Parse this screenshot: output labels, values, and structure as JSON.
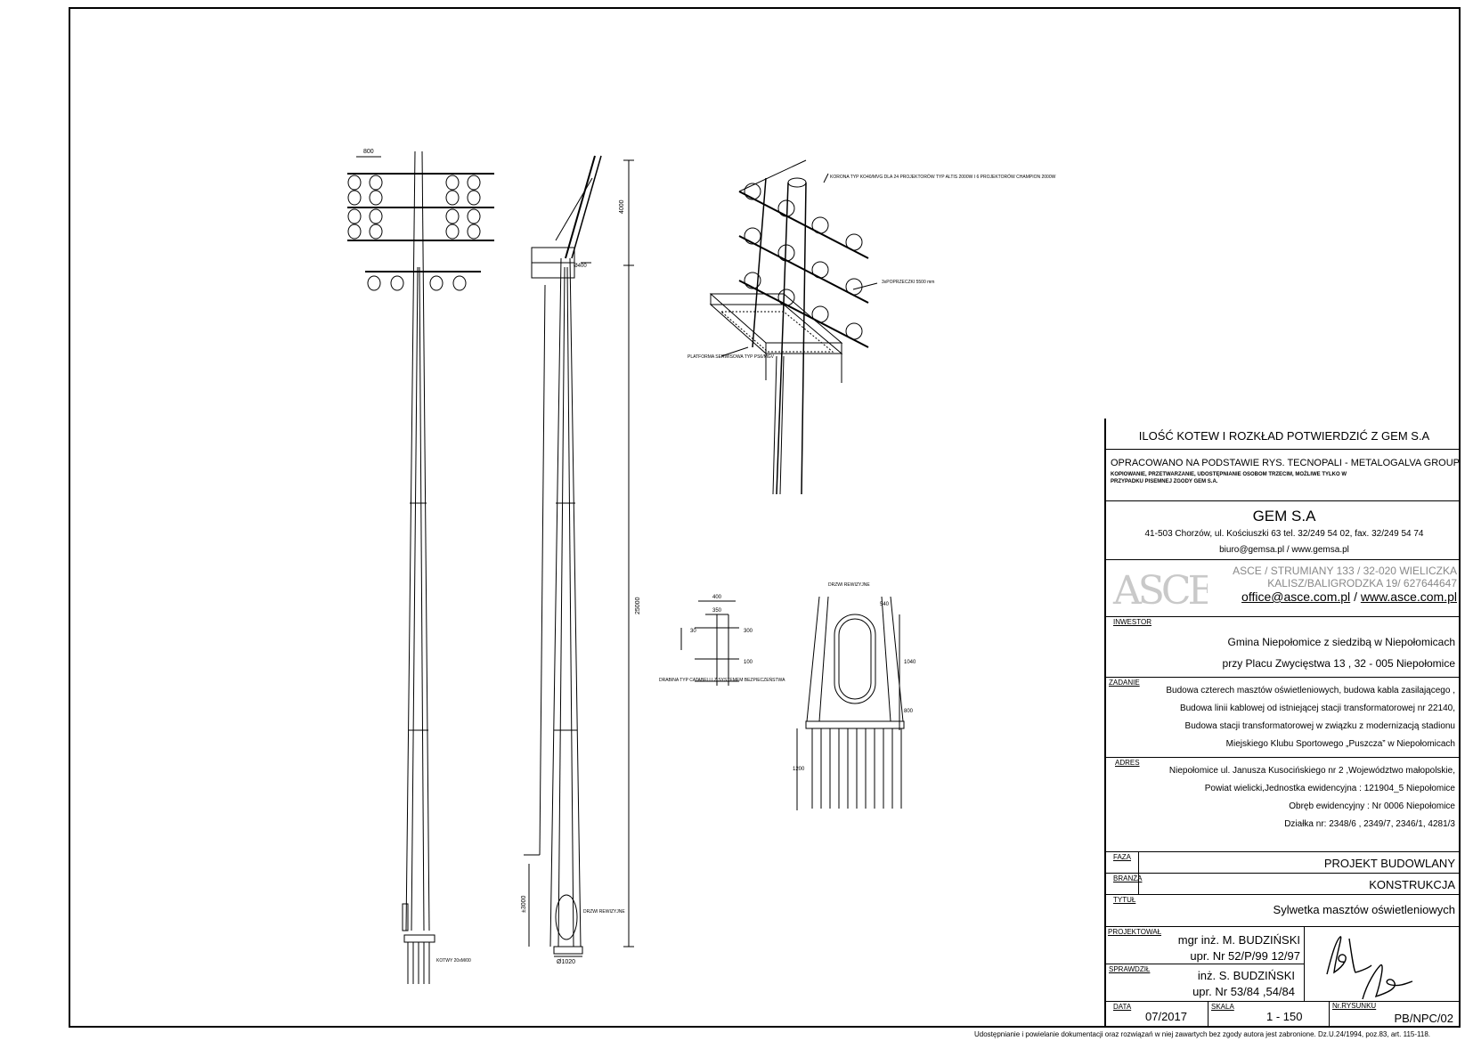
{
  "notice": "ILOŚĆ KOTEW I ROZKŁAD POTWIERDZIĆ Z GEM S.A",
  "basis": "OPRACOWANO NA PODSTAWIE RYS. TECNOPALI - METALOGALVA GROUP",
  "copy_note_1": "KOPIOWANIE, PRZETWARZANIE, UDOSTĘPNIANIE OSOBOM TRZECIM, MOŻLIWE TYLKO W",
  "copy_note_2": "PRZYPADKU PISEMNEJ ZGODY GEM S.A.",
  "company": {
    "name": "GEM S.A",
    "address": "41-503 Chorzów, ul. Kościuszki 63 tel. 32/249 54 02, fax. 32/249 54 74",
    "web": "biuro@gemsa.pl / www.gemsa.pl"
  },
  "asce": {
    "logo_text": "ASCE",
    "line1": "ASCE / STRUMIANY 133 / 32-020 WIELICZKA",
    "line2": "KALISZ/BALIGRODZKA 19/ 627644647",
    "email": "office@asce.com.pl",
    "sep": "/",
    "www": "www.asce.com.pl"
  },
  "inwestor": {
    "label": "INWESTOR",
    "line1": "Gmina Niepołomice z siedzibą w Niepołomicach",
    "line2": "przy Placu Zwycięstwa 13 , 32 - 005 Niepołomice"
  },
  "zadanie": {
    "label": "ZADANIE",
    "lines": [
      "Budowa czterech masztów oświetleniowych, budowa kabla zasilającego ,",
      "Budowa linii kablowej od istniejącej stacji transformatorowej nr 22140,",
      "Budowa stacji transformatorowej w związku z modernizacją stadionu",
      "Miejskiego Klubu Sportowego „Puszcza” w Niepołomicach"
    ]
  },
  "adres": {
    "label": "ADRES",
    "lines": [
      "Niepołomice ul. Janusza Kusocińskiego nr 2 ,Województwo małopolskie,",
      "Powiat wielicki,Jednostka ewidencyjna : 121904_5 Niepołomice",
      "Obręb ewidencyjny : Nr 0006 Niepołomice",
      "Działka nr: 2348/6 , 2349/7, 2346/1, 4281/3"
    ]
  },
  "faza": {
    "label": "FAZA",
    "value": "PROJEKT BUDOWLANY"
  },
  "branza": {
    "label": "BRANŻA",
    "value": "KONSTRUKCJA"
  },
  "tytul": {
    "label": "TYTUŁ",
    "value": "Sylwetka masztów oświetleniowych"
  },
  "projektowal": {
    "label": "PROJEKTOWAŁ",
    "name": "mgr inż. M. BUDZIŃSKI",
    "upr": "upr. Nr 52/P/99 12/97"
  },
  "sprawdzil": {
    "label": "SPRAWDZIŁ",
    "name": "inż. S. BUDZIŃSKI",
    "upr": "upr. Nr 53/84 ,54/84"
  },
  "data": {
    "label": "DATA",
    "value": "07/2017"
  },
  "skala": {
    "label": "SKALA",
    "value": "1 - 150"
  },
  "nr_rysunku": {
    "label": "Nr.RYSUNKU",
    "value": "PB/NPC/02"
  },
  "footer": "Udostępnianie i powielanie dokumentacji oraz rozwiązań w niej zawartych bez zgody autora jest zabronione. Dz.U.24/1994, poz.83, art. 115-118.",
  "drawing_labels": {
    "dim_800": "800",
    "dim_4000": "4000",
    "dim_400": "Ø400",
    "dim_25000": "25000",
    "dim_1020": "Ø1020",
    "dim_3000": "±3000",
    "door": "DRZWI REWIZYJNE",
    "kotwy": "KOTWY 20xM/00",
    "korona": "KORONA TYP KO40/MVG DLA 24 PROJEKTORÓW TYP ALTIS 2000W I 6 PROJEKTORÓW CHAMPION 2000W",
    "poprzeczki": "3xPOPRZECZKI 5500 mm",
    "platforma": "PLATFORMA SERWISOWA TYP PS6/MGV",
    "drabina": "DRABINA TYP CATABELLI Z SYSTEMEM BEZPIECZEŃSTWA",
    "dim_s400": "400",
    "dim_s350": "350",
    "dim_s30": "30",
    "dim_s300": "300",
    "dim_s100": "100",
    "door_top": "DRZWI REWIZYJNE",
    "dim_540": "540",
    "dim_1040": "1040",
    "dim_800b": "800",
    "dim_1200": "1200"
  }
}
